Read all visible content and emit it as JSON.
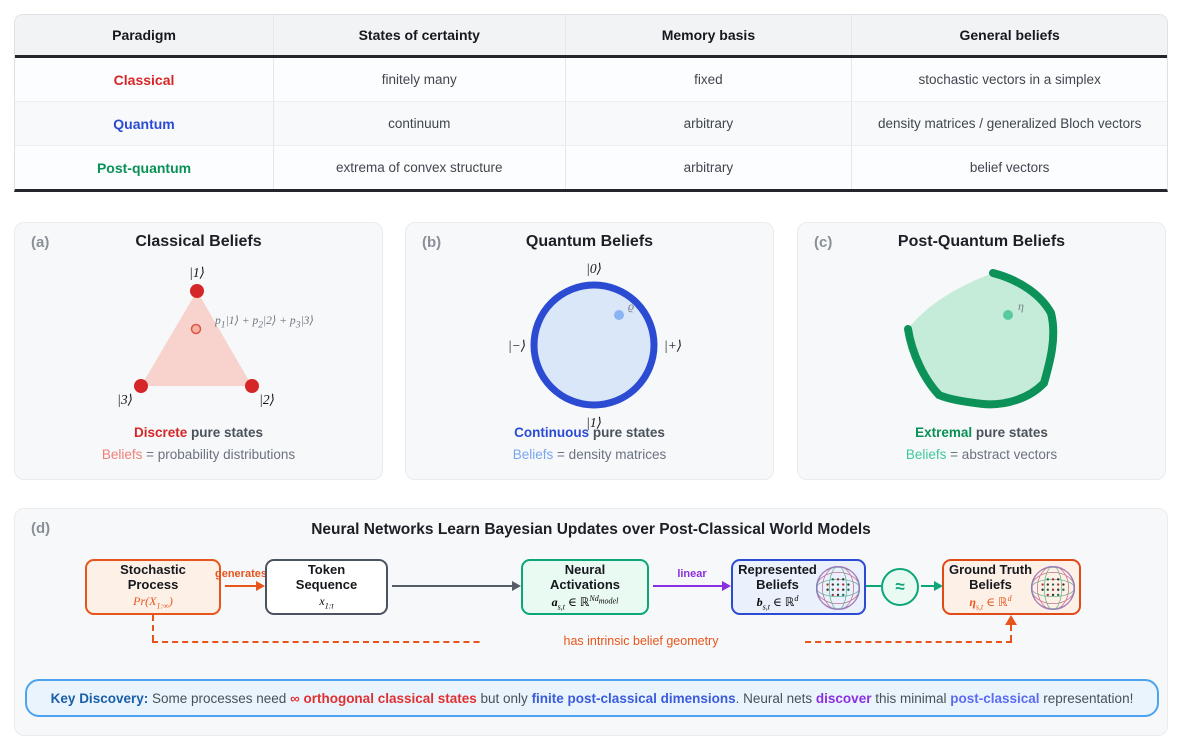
{
  "table": {
    "headers": [
      "Paradigm",
      "States of certainty",
      "Memory basis",
      "General beliefs"
    ],
    "rows": [
      {
        "paradigm": "Classical",
        "states": "finitely many",
        "memory": "fixed",
        "beliefs": "stochastic vectors in a simplex"
      },
      {
        "paradigm": "Quantum",
        "states": "continuum",
        "memory": "arbitrary",
        "beliefs": "density matrices / generalized Bloch vectors"
      },
      {
        "paradigm": "Post-quantum",
        "states": "extrema of convex structure",
        "memory": "arbitrary",
        "beliefs": "belief vectors"
      }
    ]
  },
  "panel_a": {
    "label": "(a)",
    "title": "Classical Beliefs",
    "ket_top": "|1⟩",
    "ket_bottom_right": "|2⟩",
    "ket_bottom_left": "|3⟩",
    "mixture_html": "p<sub>1</sub>|1⟩ + p<sub>2</sub>|2⟩ + p<sub>3</sub>|3⟩",
    "cap1_hl": "Discrete",
    "cap1_rest": " pure states",
    "cap2_hl": "Beliefs",
    "cap2_rest": " = probability distributions"
  },
  "panel_b": {
    "label": "(b)",
    "title": "Quantum Beliefs",
    "ket_top": "|0⟩",
    "ket_bottom": "|1⟩",
    "ket_left": "|−⟩",
    "ket_right": "|+⟩",
    "point_label": "ϱ",
    "cap1_hl": "Continuous",
    "cap1_rest": " pure states",
    "cap2_hl": "Beliefs",
    "cap2_rest": " = density matrices"
  },
  "panel_c": {
    "label": "(c)",
    "title": "Post-Quantum Beliefs",
    "point_label": "η",
    "cap1_hl": "Extremal",
    "cap1_rest": " pure states",
    "cap2_hl": "Beliefs",
    "cap2_rest": " = abstract vectors"
  },
  "panel_d": {
    "label": "(d)",
    "title": "Neural Networks Learn Bayesian Updates over Post-Classical World Models",
    "boxes": [
      {
        "line1": "Stochastic",
        "line2": "Process",
        "formula_html": "Pr(X<sub>1:∞</sub>)"
      },
      {
        "line1": "Token",
        "line2": "Sequence",
        "formula_html": "x<sub>1:t</sub>"
      },
      {
        "line1": "Neural",
        "line2": "Activations",
        "formula_html": "<b>a</b><sub>s,t</sub> ∈ ℝ<sup>Nd<sub>model</sub></sup>"
      },
      {
        "line1": "Represented",
        "line2": "Beliefs",
        "formula_html": "<b>b</b><sub>s,t</sub> ∈ ℝ<sup>d</sup>"
      },
      {
        "line1": "Ground Truth",
        "line2": "Beliefs",
        "formula_html": "<b>η</b><sub>s,t</sub> ∈ ℝ<sup>d</sup>"
      }
    ],
    "generates_label": "generates",
    "linear_label": "linear",
    "approx": "≈",
    "dashed_label": "has intrinsic belief geometry",
    "key_discovery": {
      "parts": [
        {
          "text": "Key Discovery:"
        },
        {
          "text": " Some processes need "
        },
        {
          "text": "∞ orthogonal classical states"
        },
        {
          "text": " but only "
        },
        {
          "text": "finite post-classical dimensions"
        },
        {
          "text": ". Neural nets "
        },
        {
          "text": "discover"
        },
        {
          "text": " this minimal "
        },
        {
          "text": "post-classical"
        },
        {
          "text": " representation!"
        }
      ]
    }
  },
  "colors": {
    "classical_red": "#d62728",
    "salmon": "#ef8177",
    "quantum_blue": "#2b4bd3",
    "light_blue": "#78a7f0",
    "post_quantum_green": "#0a9156",
    "mint": "#41c79d",
    "orange": "#e8551c",
    "slate": "#4a5360",
    "emerald": "#0ca678",
    "purple": "#8b2fe0",
    "key_box_border": "#4da3ef"
  }
}
